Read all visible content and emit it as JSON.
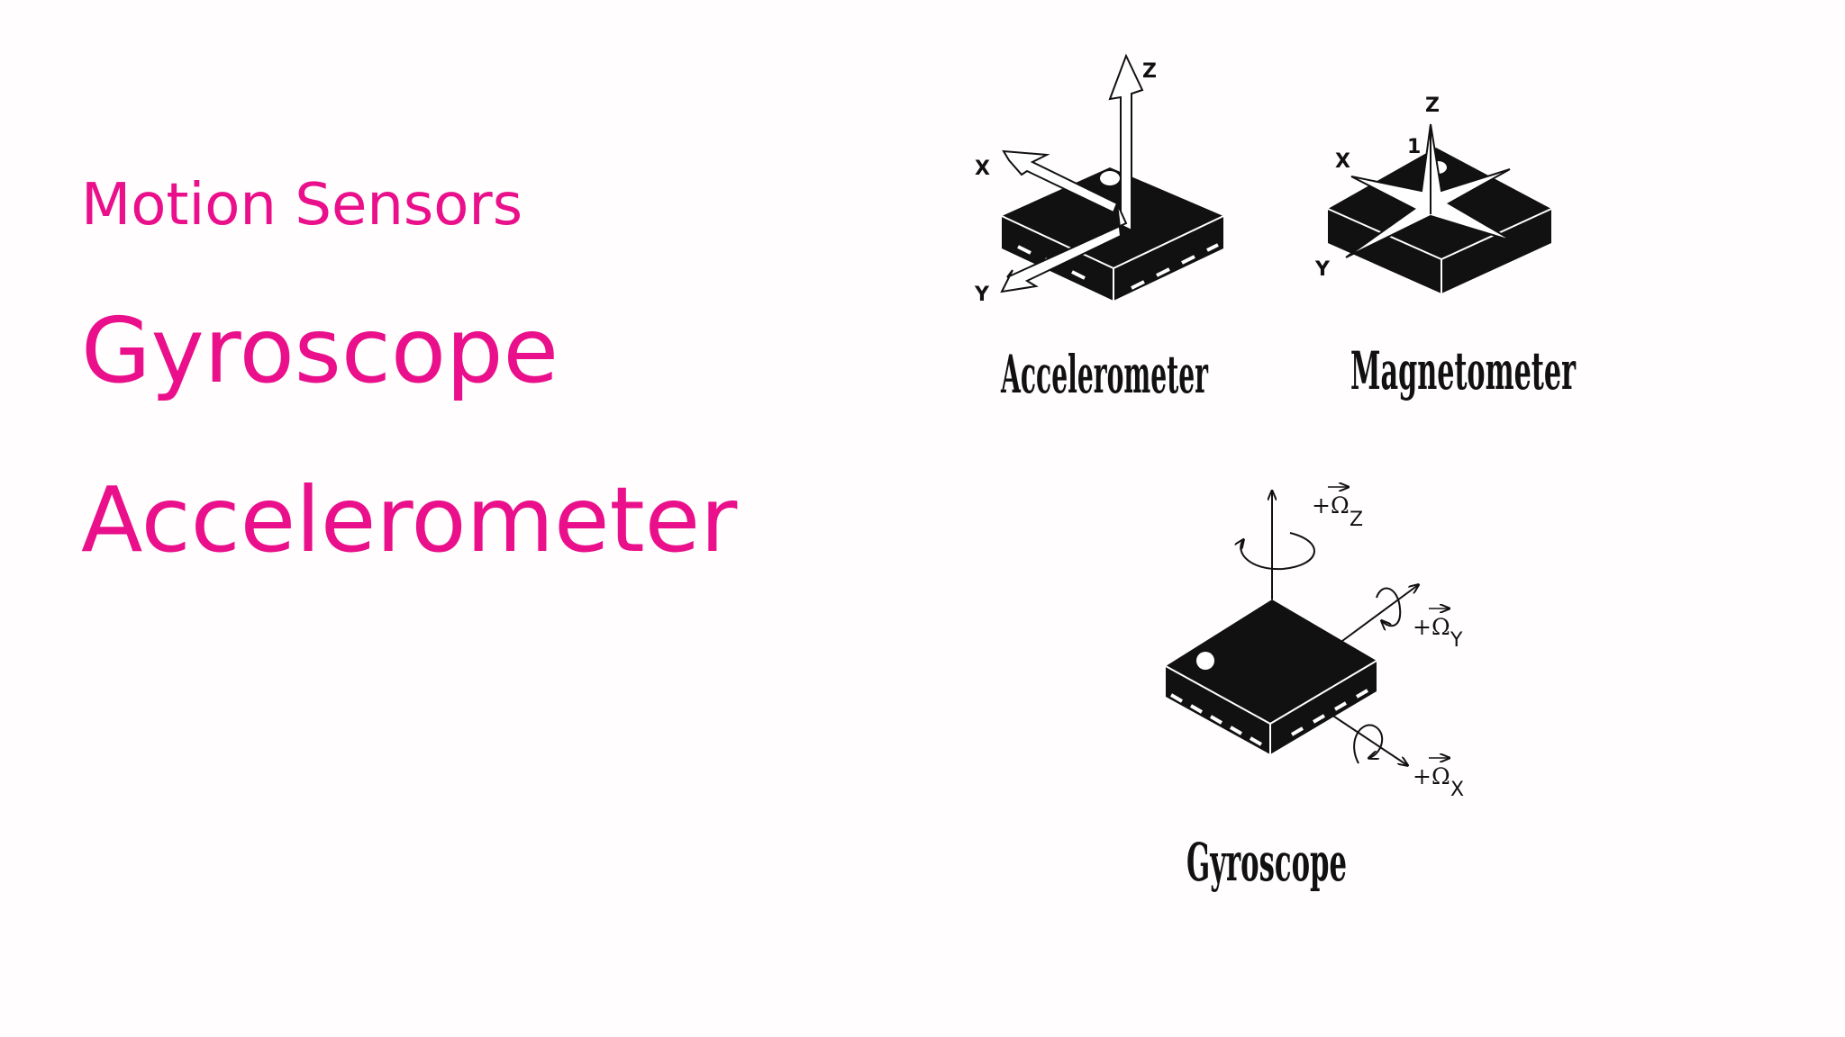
{
  "slide": {
    "subtitle": "Motion Sensors",
    "items": [
      "Gyroscope",
      "Accelerometer"
    ]
  },
  "figures": {
    "accelerometer": {
      "caption": "Accelerometer",
      "axes": [
        "X",
        "Y",
        "Z"
      ]
    },
    "magnetometer": {
      "caption": "Magnetometer",
      "axes": [
        "X",
        "Y",
        "Z"
      ],
      "mark": "1"
    },
    "gyroscope": {
      "caption": "Gyroscope",
      "omega_symbol": "+Ω",
      "axes": [
        "Z",
        "Y",
        "X"
      ]
    }
  },
  "colors": {
    "accent": "#ea0f8a",
    "ink": "#111111",
    "background": "#fffdfe"
  }
}
